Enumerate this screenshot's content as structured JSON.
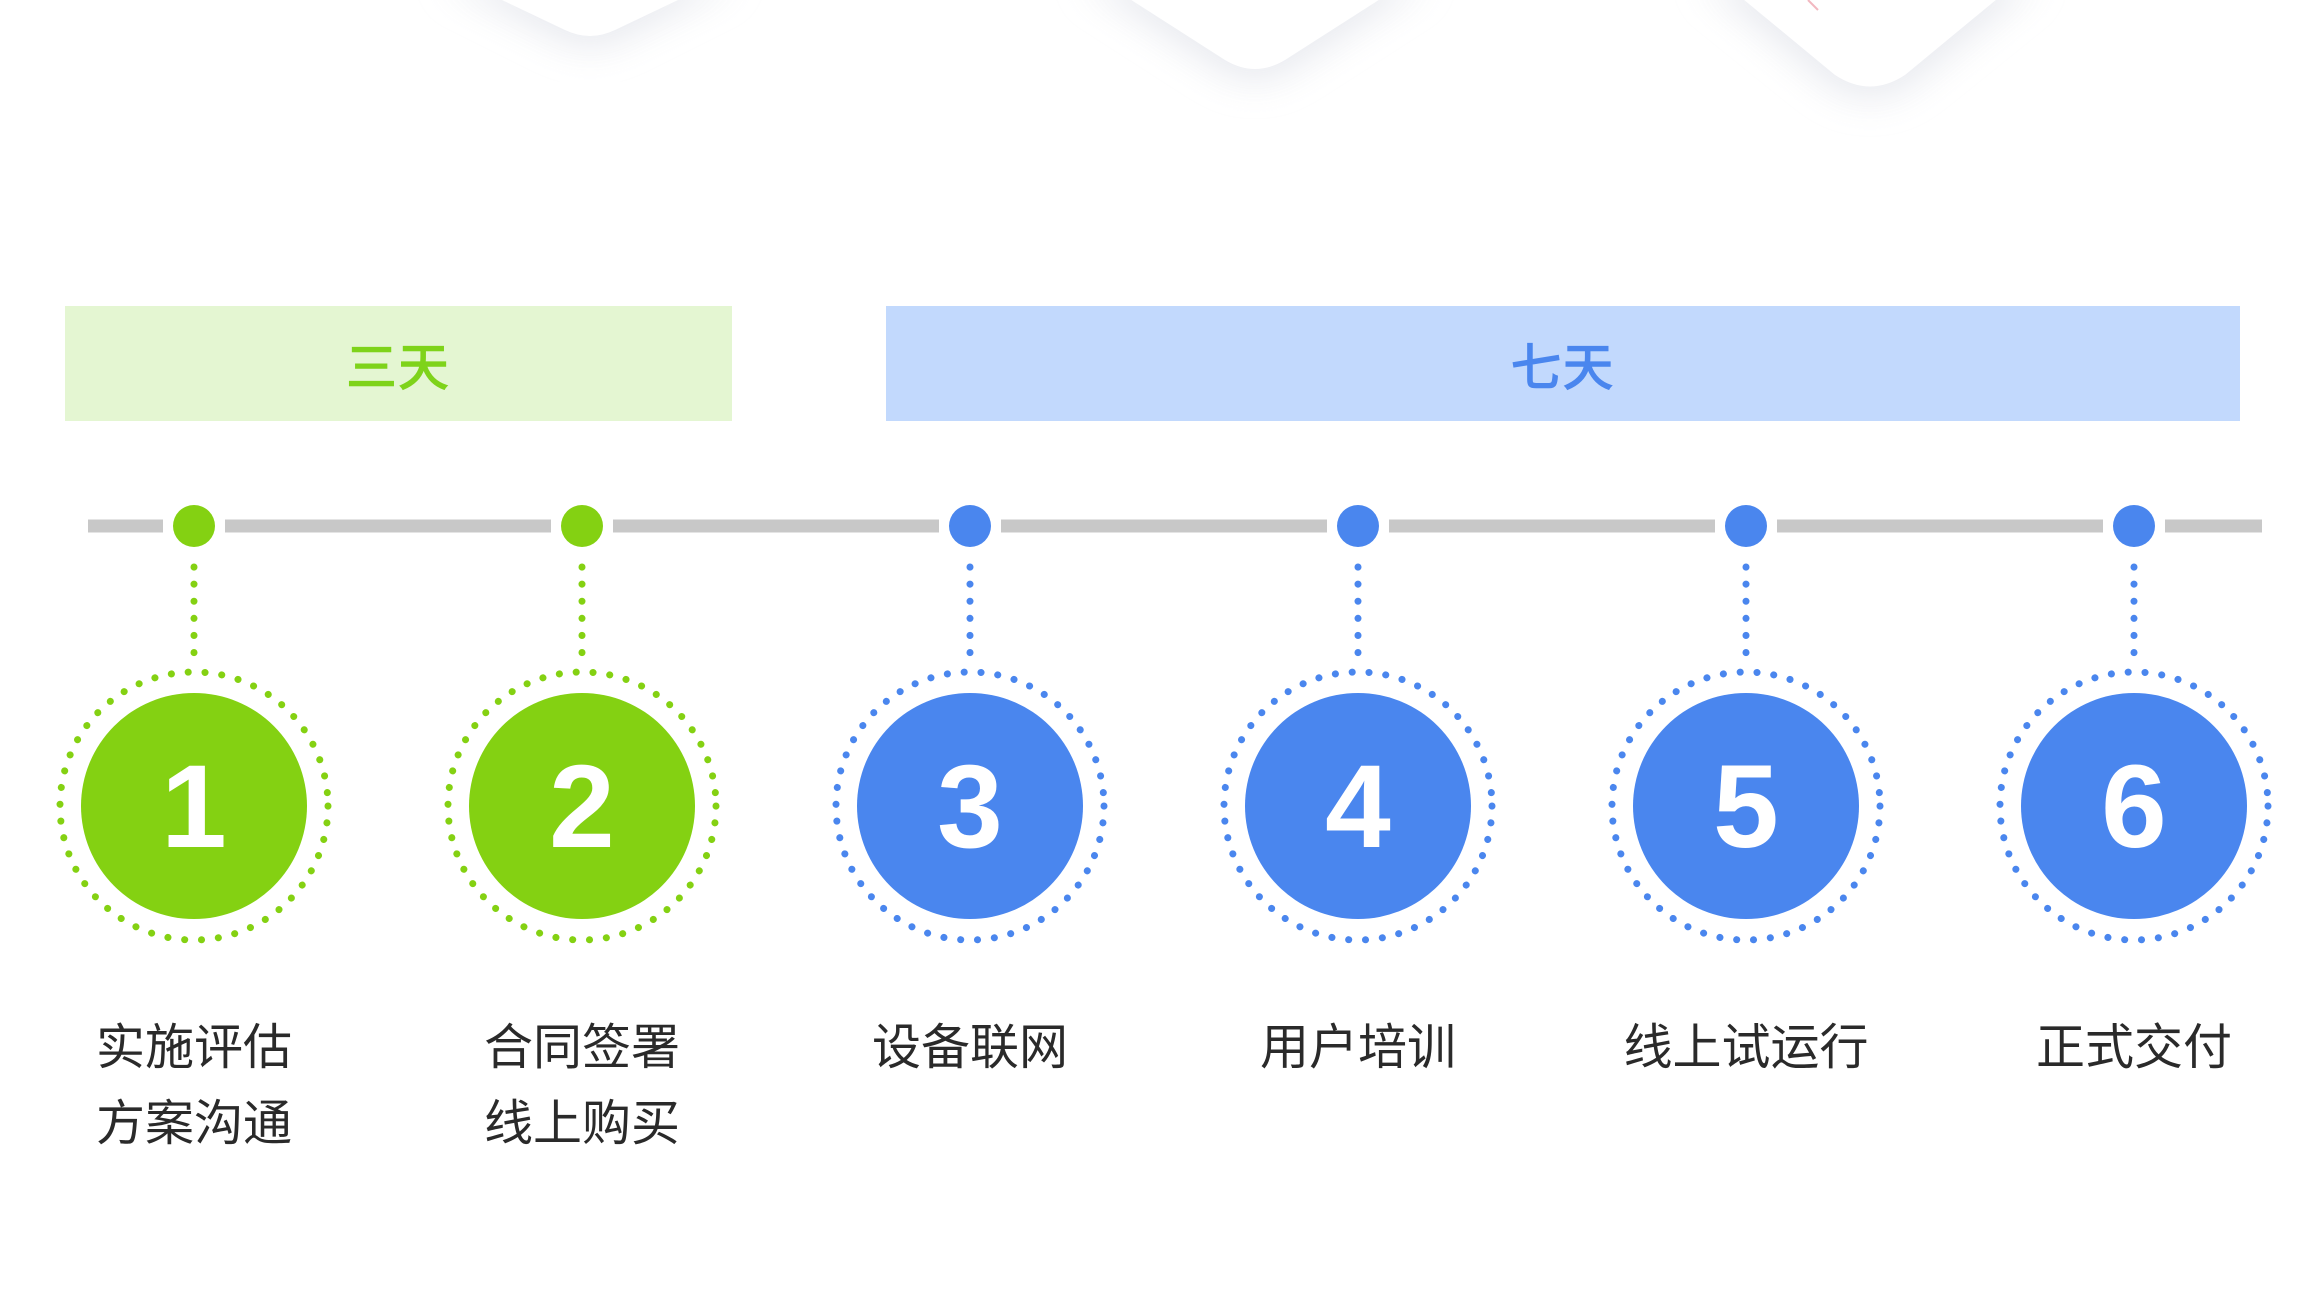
{
  "phases": [
    {
      "label": "三天",
      "color": "#7ed31a",
      "bg": "#e4f6d2"
    },
    {
      "label": "七天",
      "color": "#4a86ee",
      "bg": "#c2d9fd"
    }
  ],
  "colors": {
    "green": "#84d112",
    "blue": "#4a86ee",
    "track": "#c8c8c8"
  },
  "steps": [
    {
      "number": "1",
      "phase": "green",
      "lines": [
        "实施评估",
        "方案沟通"
      ]
    },
    {
      "number": "2",
      "phase": "green",
      "lines": [
        "合同签署",
        "线上购买"
      ]
    },
    {
      "number": "3",
      "phase": "blue",
      "lines": [
        "设备联网"
      ]
    },
    {
      "number": "4",
      "phase": "blue",
      "lines": [
        "用户培训"
      ]
    },
    {
      "number": "5",
      "phase": "blue",
      "lines": [
        "线上试运行"
      ]
    },
    {
      "number": "6",
      "phase": "blue",
      "lines": [
        "正式交付"
      ]
    }
  ]
}
